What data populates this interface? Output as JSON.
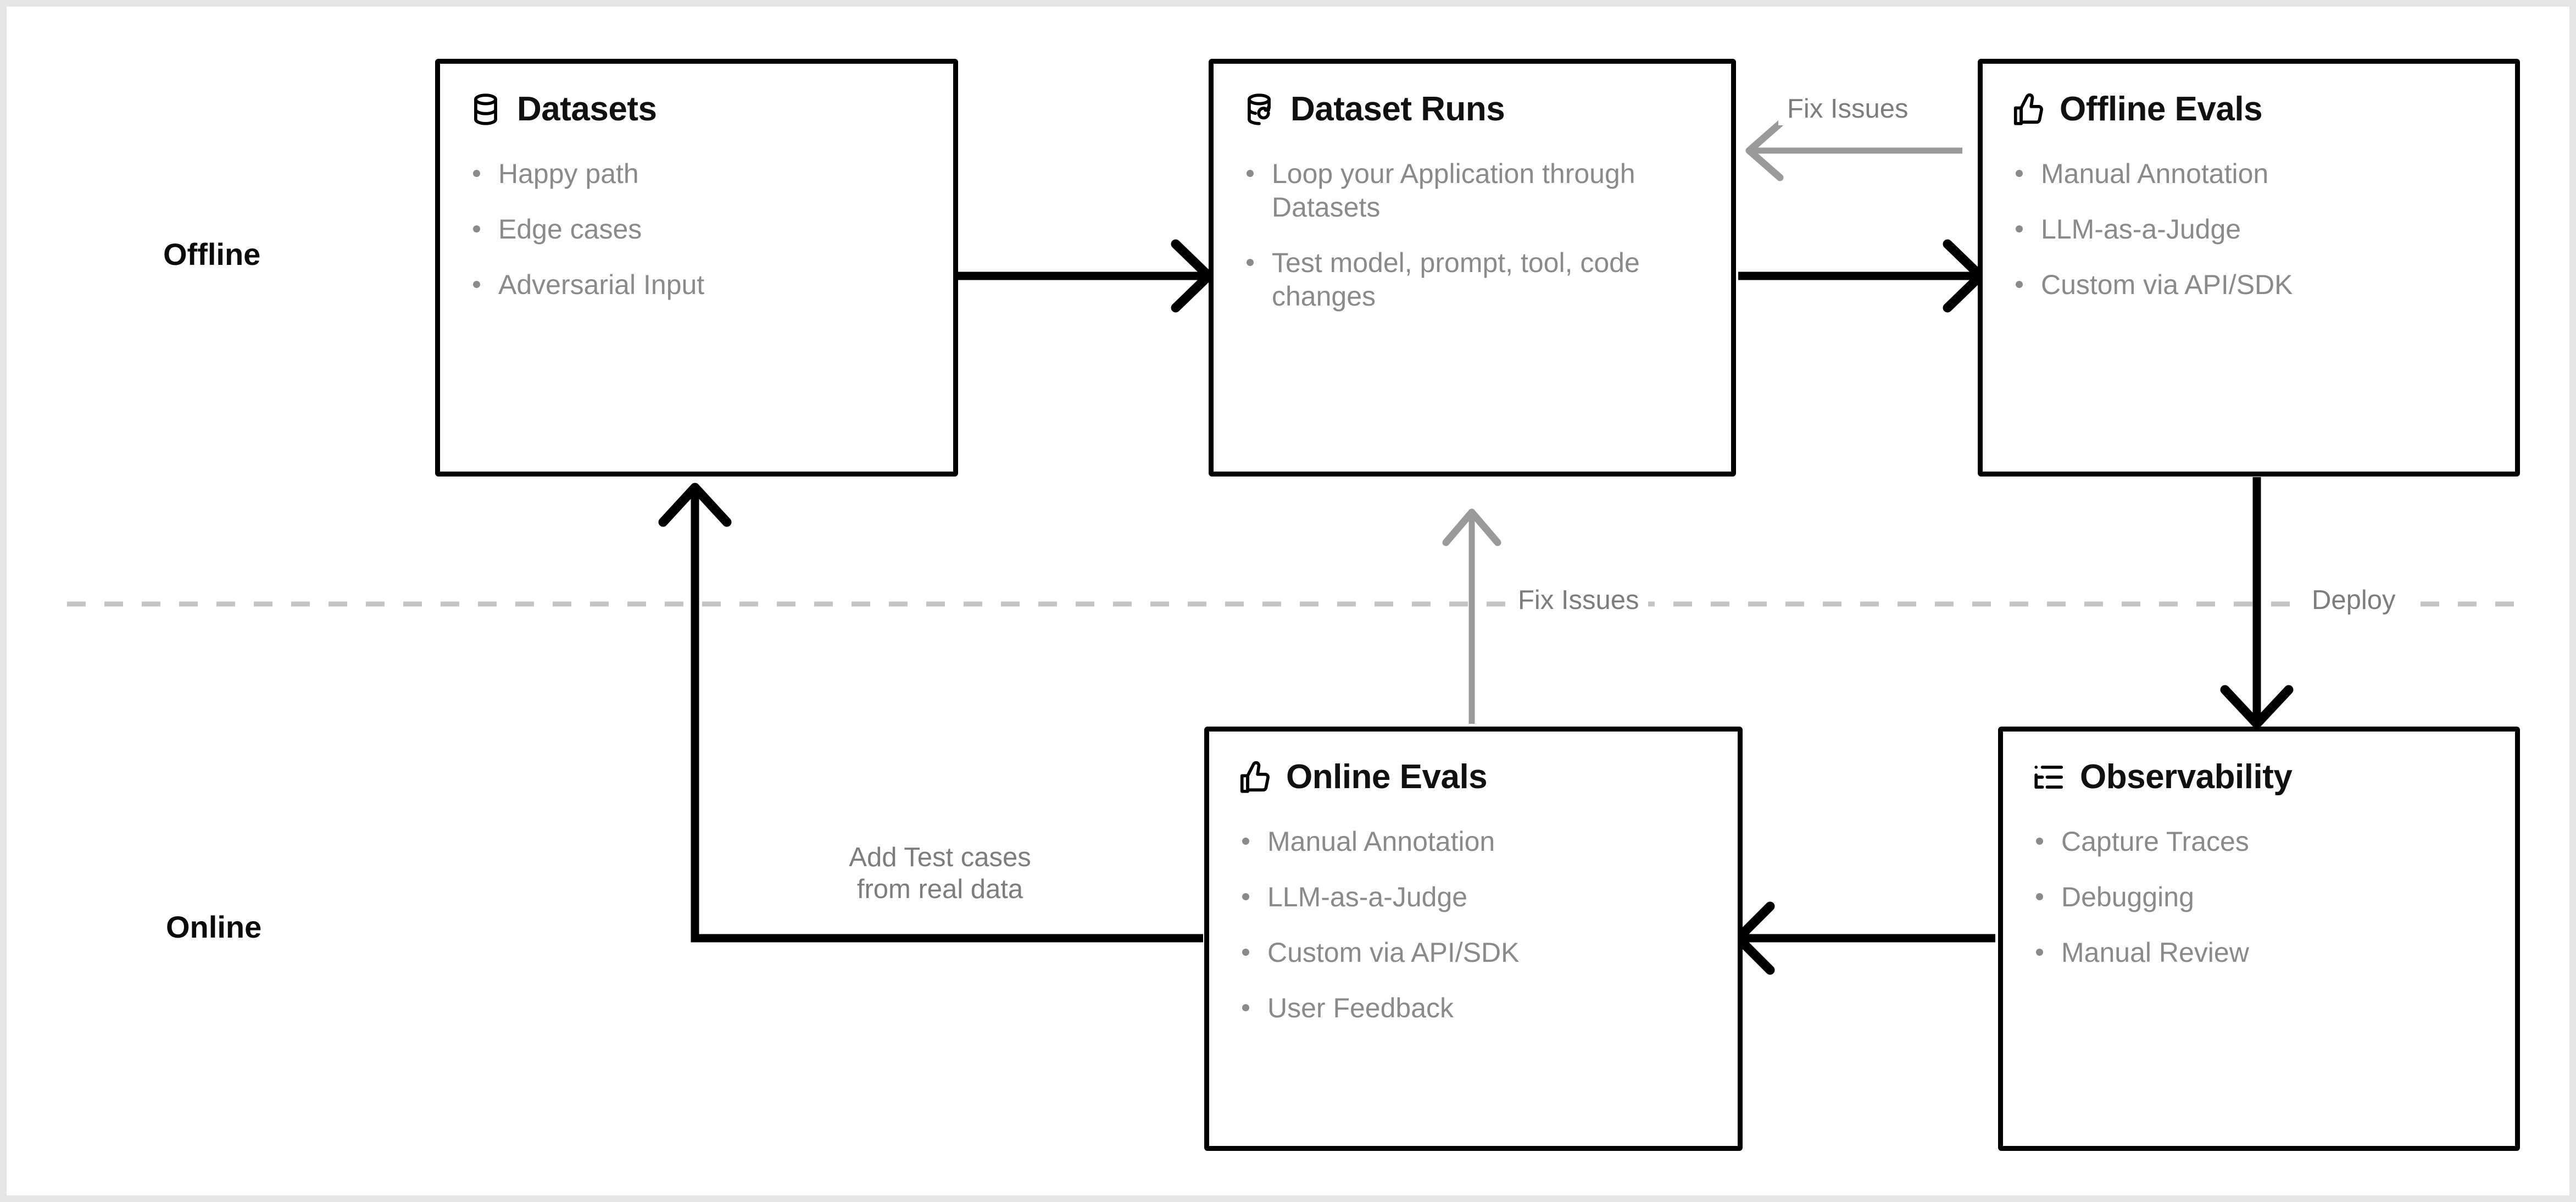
{
  "lanes": [
    {
      "id": "offline",
      "label": "Offline"
    },
    {
      "id": "online",
      "label": "Online"
    }
  ],
  "nodes": [
    {
      "id": "datasets",
      "title": "Datasets",
      "icon": "database-icon",
      "bullets": [
        "Happy path",
        "Edge cases",
        "Adversarial Input"
      ]
    },
    {
      "id": "dataset-runs",
      "title": "Dataset Runs",
      "icon": "database-refresh-icon",
      "bullets": [
        "Loop your Application through Datasets",
        "Test model, prompt, tool, code changes"
      ]
    },
    {
      "id": "offline-evals",
      "title": "Offline Evals",
      "icon": "thumbs-up-icon",
      "bullets": [
        "Manual Annotation",
        "LLM-as-a-Judge",
        "Custom via API/SDK"
      ]
    },
    {
      "id": "online-evals",
      "title": "Online Evals",
      "icon": "thumbs-up-icon",
      "bullets": [
        "Manual Annotation",
        "LLM-as-a-Judge",
        "Custom via API/SDK",
        "User Feedback"
      ]
    },
    {
      "id": "observability",
      "title": "Observability",
      "icon": "list-tree-icon",
      "bullets": [
        "Capture Traces",
        "Debugging",
        "Manual Review"
      ]
    }
  ],
  "edge_labels": {
    "fix_issues_top": "Fix Issues",
    "fix_issues_middle": "Fix Issues",
    "deploy": "Deploy",
    "add_test_cases_line1": "Add Test cases",
    "add_test_cases_line2": "from real data"
  },
  "colors": {
    "node_border": "#000000",
    "node_bg": "#ffffff",
    "title_text": "#111111",
    "bullet_text": "#8a8a8a",
    "arrow_solid": "#000000",
    "arrow_muted": "#9a9a9a",
    "divider_dashed": "#c4c4c4",
    "lane_label": "#0b0b0b",
    "edge_label": "#7d7d7d",
    "canvas_bg": "#ffffff",
    "frame": "#e5e5e5"
  }
}
